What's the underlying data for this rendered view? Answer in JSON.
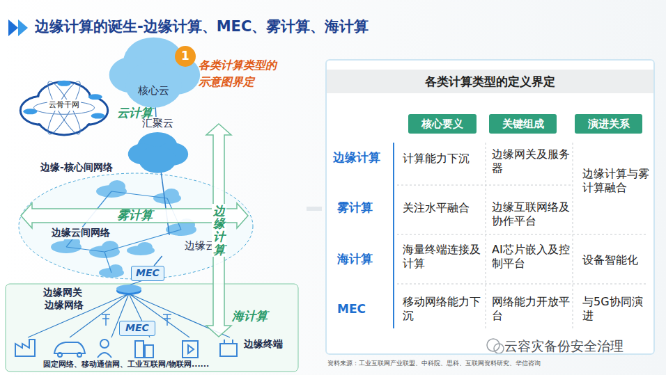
{
  "diagram": {
    "title": "边缘计算的诞生-边缘计算、MEC、雾计算、海计算",
    "nodes": [
      {
        "text": [
          "核心云"
        ]
      },
      {
        "text": [
          "云骨干网"
        ]
      },
      {
        "text": [
          "汇聚云"
        ]
      },
      {
        "text": [
          "边缘云"
        ]
      },
      {
        "text": [
          "MEC"
        ]
      },
      {
        "text": [
          "海计算"
        ]
      },
      {
        "text": [
          "MEC"
        ],
        "in": 5
      },
      {
        "text": [
          "雾计算"
        ]
      },
      {
        "text": [
          "边缘计算"
        ]
      },
      {
        "text": [
          "1"
        ]
      },
      {
        "text": [
          "各类计算类型的定义界定"
        ]
      },
      {
        "text": [
          "核心要义"
        ],
        "in": 10
      },
      {
        "text": [
          "关键组成"
        ],
        "in": 10
      },
      {
        "text": [
          "演进关系"
        ],
        "in": 10
      }
    ],
    "edges": [
      {
        "from": 0,
        "to": 2,
        "arrow": "none"
      },
      {
        "from": 2,
        "to": 3,
        "arrow": "none"
      },
      {
        "from": 3,
        "to": 4,
        "arrow": "none"
      }
    ],
    "labels": [
      "云计算",
      "边缘-核心间网络",
      "边缘云间网络",
      "边缘网关",
      "边缘网络",
      "边缘终端",
      "固定网络、移动通信网、工业互联网/物联网......",
      "各类计算类型的示意图界定",
      "边缘计算",
      "计算能力下沉",
      "边缘网关及服务器",
      "边缘计算与雾计算融合",
      "雾计算",
      "关注水平融合",
      "边缘互联网络及协作平台",
      "海计算",
      "海量终端连接及计算",
      "AI芯片嵌入及控制平台",
      "设备智能化",
      "MEC",
      "移动网络能力下沉",
      "网络能力开放平台",
      "与5G协同演进",
      "资料来源：工业互联网产业联盟、中科院、思科、互联网资料研究、华信咨询",
      "云容灾备份安全治理"
    ]
  }
}
